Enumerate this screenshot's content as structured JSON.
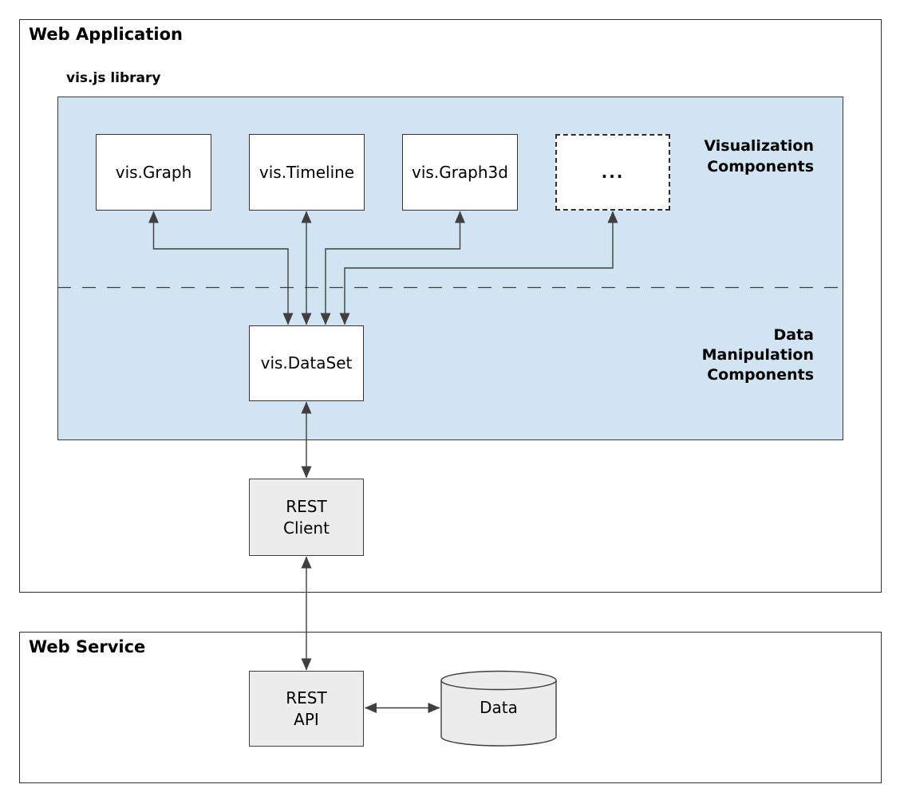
{
  "colors": {
    "panel_fill": "#d1e4f2",
    "node_fill": "#ffffff",
    "gray_node_fill": "#ececec",
    "border": "#2e2e2e",
    "line": "#3f3f3f",
    "text": "#000000",
    "background": "#ffffff"
  },
  "web_application": {
    "title": "Web Application",
    "library": {
      "title": "vis.js library",
      "components": [
        {
          "label": "vis.Graph"
        },
        {
          "label": "vis.Timeline"
        },
        {
          "label": "vis.Graph3d"
        },
        {
          "label": "...",
          "dashed": true
        }
      ],
      "visualization_label": [
        "Visualization",
        "Components"
      ],
      "data_manipulation_label": [
        "Data",
        "Manipulation",
        "Components"
      ],
      "dataset_label": "vis.DataSet"
    },
    "rest_client_label": [
      "REST",
      "Client"
    ]
  },
  "web_service": {
    "title": "Web Service",
    "rest_api_label": [
      "REST",
      "API"
    ],
    "data_store_label": "Data"
  },
  "connections": [
    {
      "from": "vis.Graph",
      "to": "vis.DataSet",
      "bidirectional": true
    },
    {
      "from": "vis.Timeline",
      "to": "vis.DataSet",
      "bidirectional": true
    },
    {
      "from": "vis.Graph3d",
      "to": "vis.DataSet",
      "bidirectional": true
    },
    {
      "from": "...",
      "to": "vis.DataSet",
      "bidirectional": true
    },
    {
      "from": "vis.DataSet",
      "to": "REST Client",
      "bidirectional": true
    },
    {
      "from": "REST Client",
      "to": "REST API",
      "bidirectional": true
    },
    {
      "from": "REST API",
      "to": "Data",
      "bidirectional": true
    }
  ]
}
